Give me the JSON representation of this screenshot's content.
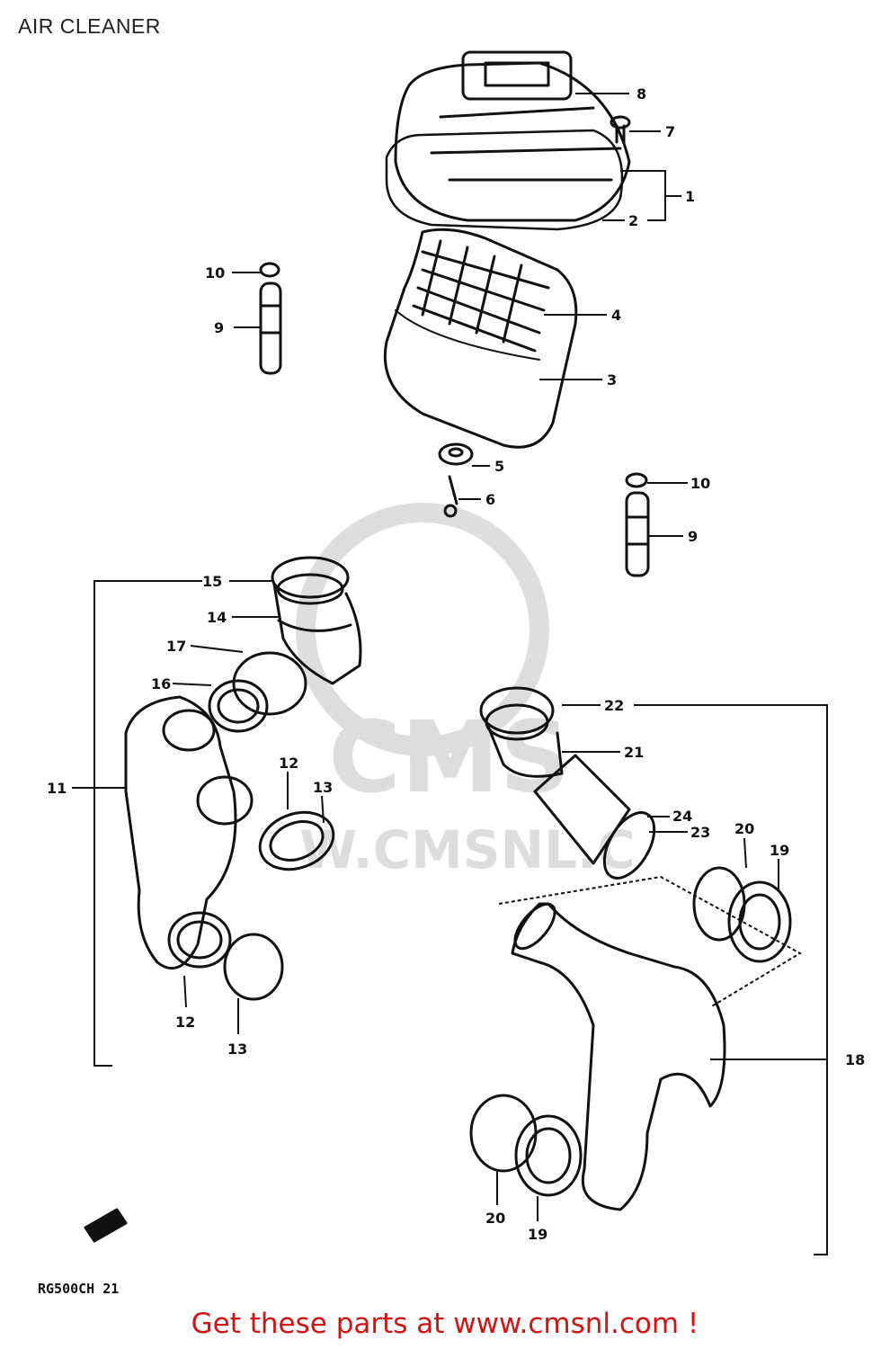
{
  "title": "AIR CLEANER",
  "footer": "Get these parts at www.cmsnl.com !",
  "diagram_code": "RG500CH 21",
  "watermark": {
    "text": "W.CMSNL.C",
    "logo": "CMS"
  },
  "callouts": {
    "c1": "1",
    "c2": "2",
    "c3": "3",
    "c4": "4",
    "c5": "5",
    "c6": "6",
    "c7": "7",
    "c8": "8",
    "c9a": "9",
    "c9b": "9",
    "c10a": "10",
    "c10b": "10",
    "c11": "11",
    "c12a": "12",
    "c12b": "12",
    "c13a": "13",
    "c13b": "13",
    "c14": "14",
    "c15": "15",
    "c16": "16",
    "c17": "17",
    "c18": "18",
    "c19a": "19",
    "c19b": "19",
    "c20a": "20",
    "c20b": "20",
    "c21": "21",
    "c22": "22",
    "c23": "23",
    "c24": "24"
  }
}
